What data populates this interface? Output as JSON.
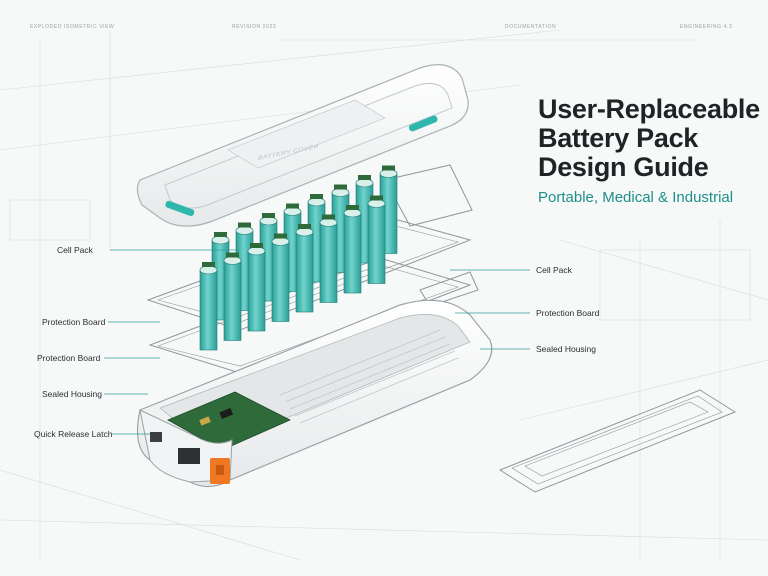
{
  "header": {
    "left": "Exploded Isometric View",
    "center": "REVISION 2023",
    "right_a": "DOCUMENTATION",
    "right_b": "ENGINEERING 4.3"
  },
  "title_lines": [
    "User-Replaceable",
    "Battery Pack",
    "Design Guide"
  ],
  "subtitle": "Portable, Medical & Industrial",
  "lid_text": "BATTERY COVER",
  "callouts_left": [
    {
      "id": "cell-pack",
      "text": "Cell Pack"
    },
    {
      "id": "protection-board-1",
      "text": "Protection Board"
    },
    {
      "id": "protection-board-2",
      "text": "Protection Board"
    },
    {
      "id": "sealed-housing",
      "text": "Sealed Housing"
    },
    {
      "id": "quick-release-latch",
      "text": "Quick Release Latch"
    }
  ],
  "callouts_right": [
    {
      "id": "cell-pack",
      "text": "Cell Pack"
    },
    {
      "id": "protection-board",
      "text": "Protection Board"
    },
    {
      "id": "sealed-housing",
      "text": "Sealed Housing"
    }
  ],
  "colors": {
    "accent_teal": "#2fb6ad",
    "cell_teal": "#4cc2bb",
    "pcb_green": "#2f6b3a",
    "latch_orange": "#f07822",
    "line_gray": "#b9c0c3",
    "leader": "#2f9c96"
  }
}
